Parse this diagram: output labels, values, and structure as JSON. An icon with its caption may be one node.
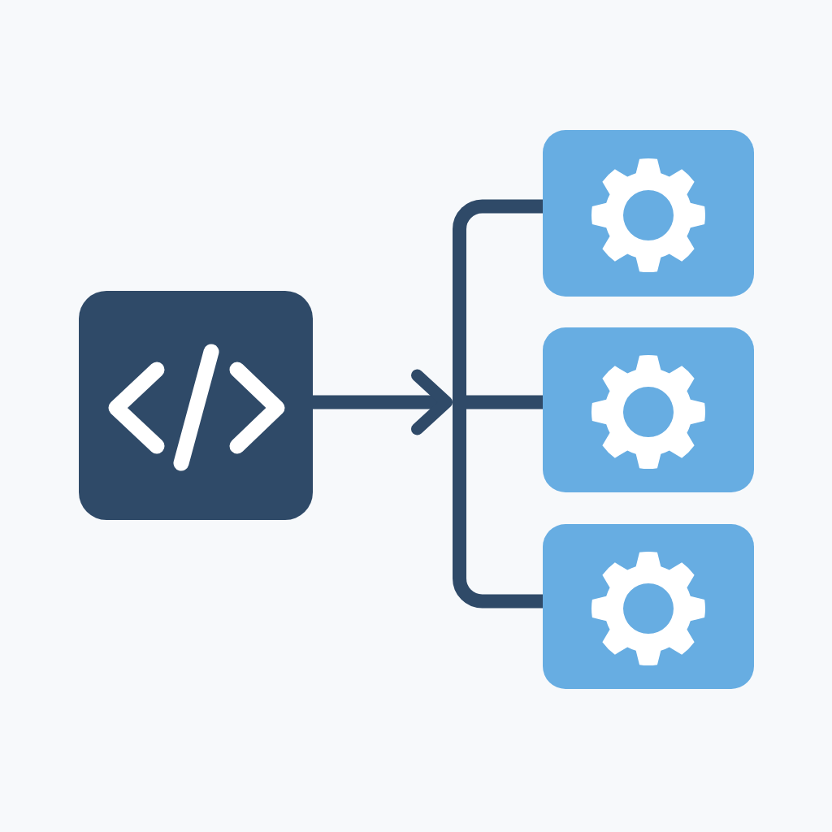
{
  "diagram": {
    "nodes": [
      {
        "text": [],
        "shape": "box"
      },
      {
        "text": [],
        "shape": "bar"
      },
      {
        "text": [],
        "shape": "box"
      },
      {
        "text": [],
        "shape": "box"
      },
      {
        "text": [],
        "shape": "box"
      }
    ],
    "edges": [
      {
        "from": 0,
        "to": 1,
        "arrow": "to"
      },
      {
        "from": 1,
        "to": 2,
        "arrow": "none"
      },
      {
        "from": 1,
        "to": 3,
        "arrow": "none"
      },
      {
        "from": 1,
        "to": 4,
        "arrow": "none"
      }
    ]
  }
}
